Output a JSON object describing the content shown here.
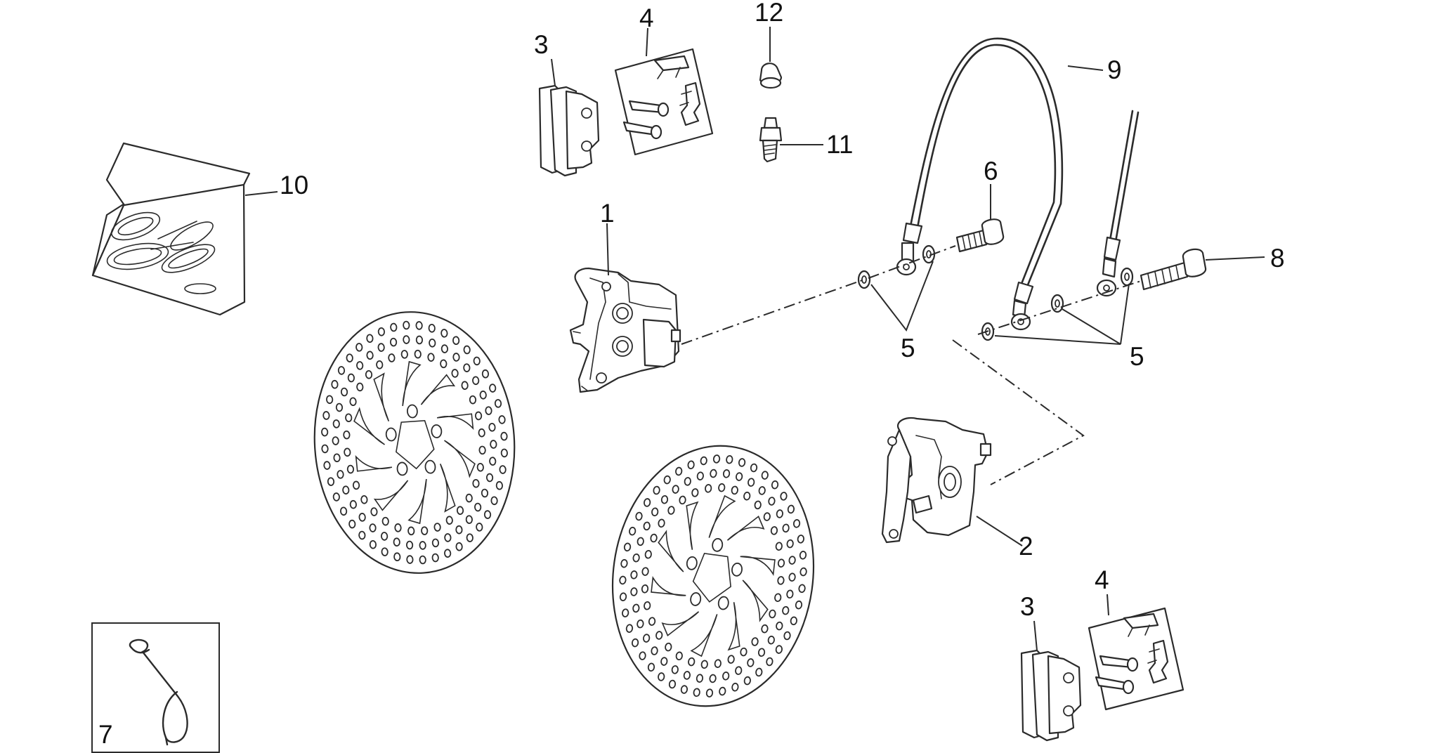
{
  "colors": {
    "line": "#2b2b2b",
    "background": "#ffffff",
    "label": "#111111"
  },
  "callouts": {
    "c1": "1",
    "c2": "2",
    "c3a": "3",
    "c3b": "3",
    "c4a": "4",
    "c4b": "4",
    "c5a": "5",
    "c5b": "5",
    "c6": "6",
    "c7": "7",
    "c8": "8",
    "c9": "9",
    "c10": "10",
    "c11": "11",
    "c12": "12"
  }
}
